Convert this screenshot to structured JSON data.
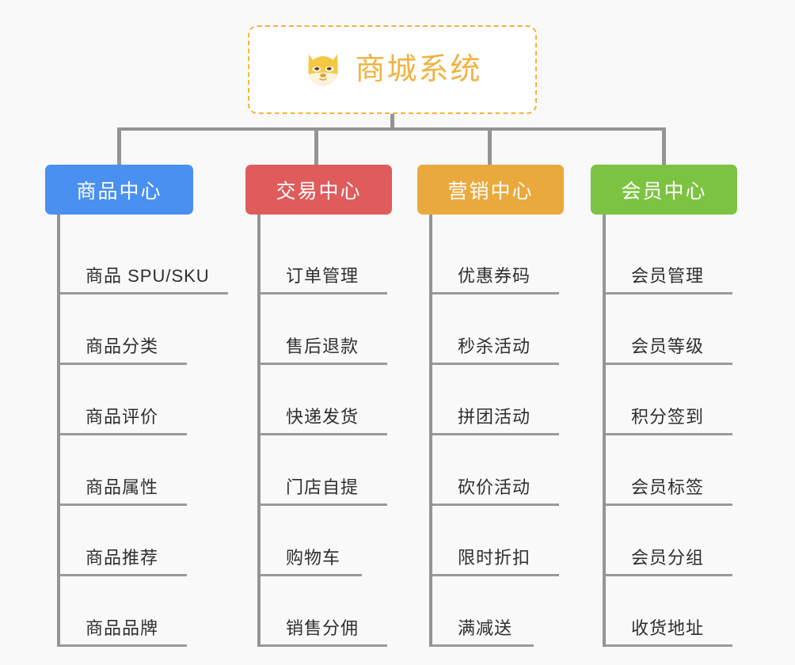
{
  "page": {
    "background_color": "#f9f9f9",
    "diagram_type": "mindmap-tree"
  },
  "root": {
    "title": "商城系统",
    "icon": "shiba-dog-icon",
    "text_color": "#f0b342",
    "border_color": "#f0b43c",
    "background_color": "#ffffff"
  },
  "branches": [
    {
      "label": "商品中心",
      "color": "#4a90f0",
      "items": [
        {
          "label": "商品 SPU/SKU",
          "width": "xl"
        },
        {
          "label": "商品分类",
          "width": "md"
        },
        {
          "label": "商品评价",
          "width": "md"
        },
        {
          "label": "商品属性",
          "width": "md"
        },
        {
          "label": "商品推荐",
          "width": "md"
        },
        {
          "label": "商品品牌",
          "width": "md"
        }
      ]
    },
    {
      "label": "交易中心",
      "color": "#e05c5c",
      "items": [
        {
          "label": "订单管理",
          "width": "md"
        },
        {
          "label": "售后退款",
          "width": "md"
        },
        {
          "label": "快递发货",
          "width": "md"
        },
        {
          "label": "门店自提",
          "width": "md"
        },
        {
          "label": "购物车",
          "width": "sm"
        },
        {
          "label": "销售分佣",
          "width": "md"
        }
      ]
    },
    {
      "label": "营销中心",
      "color": "#eaa93c",
      "items": [
        {
          "label": "优惠券码",
          "width": "md"
        },
        {
          "label": "秒杀活动",
          "width": "md"
        },
        {
          "label": "拼团活动",
          "width": "md"
        },
        {
          "label": "砍价活动",
          "width": "md"
        },
        {
          "label": "限时折扣",
          "width": "md"
        },
        {
          "label": "满减送",
          "width": "sm"
        }
      ]
    },
    {
      "label": "会员中心",
      "color": "#7cc342",
      "items": [
        {
          "label": "会员管理",
          "width": "md"
        },
        {
          "label": "会员等级",
          "width": "md"
        },
        {
          "label": "积分签到",
          "width": "md"
        },
        {
          "label": "会员标签",
          "width": "md"
        },
        {
          "label": "会员分组",
          "width": "md"
        },
        {
          "label": "收货地址",
          "width": "md"
        }
      ]
    }
  ]
}
